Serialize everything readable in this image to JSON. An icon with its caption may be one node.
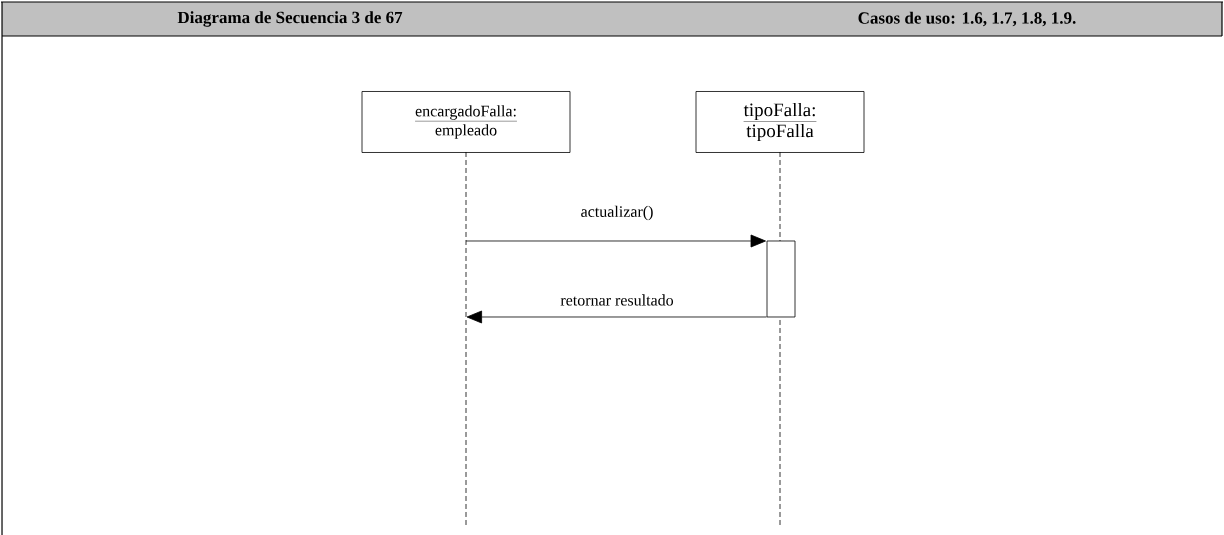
{
  "diagram": {
    "nodes": [
      {
        "text": [
          "encargadoFalla:",
          "empleado"
        ]
      },
      {
        "text": [
          "tipoFalla:",
          "tipoFalla"
        ]
      },
      {
        "text": [],
        "shape": "bar",
        "in": 1
      }
    ],
    "edges": [
      {
        "from": 0,
        "to": 2,
        "arrow": "to",
        "label": "actualizar()"
      },
      {
        "from": 2,
        "to": 0,
        "arrow": "to",
        "label": "retornar resultado"
      }
    ],
    "labels": [
      "Diagrama de Secuencia 3 de 67",
      "Casos de uso: 1.6, 1.7, 1.8, 1.9."
    ]
  }
}
